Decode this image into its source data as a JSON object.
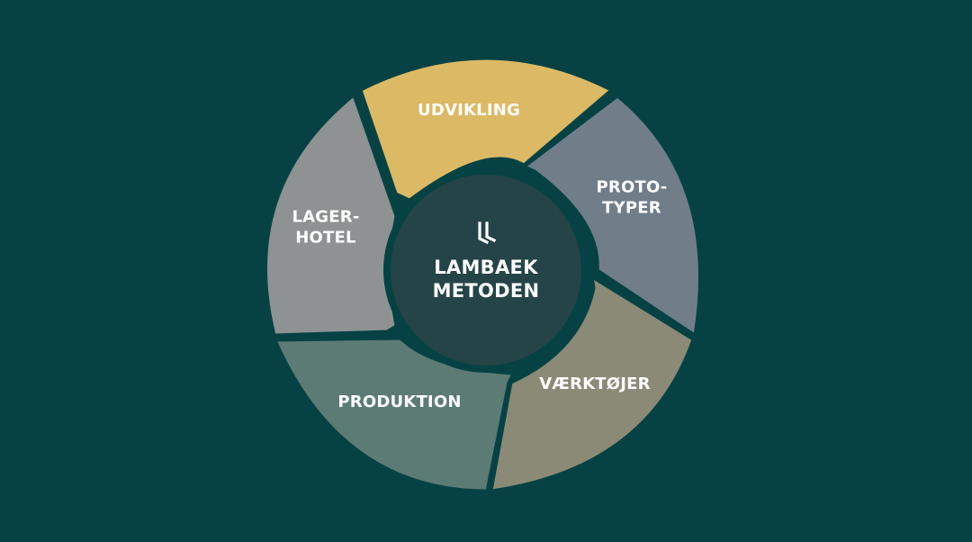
{
  "colors": {
    "background": "#064244",
    "center": "#254447",
    "text": "#ffffff"
  },
  "center": {
    "logo": "lambaek-logo-icon",
    "line1": "LAMBAEK",
    "line2": "METODEN"
  },
  "segments": [
    {
      "id": "udvikling",
      "lines": [
        "UDVIKLING"
      ],
      "color": "#dcb964"
    },
    {
      "id": "prototyper",
      "lines": [
        "PROTO-",
        "TYPER"
      ],
      "color": "#717e8a"
    },
    {
      "id": "vaerktojer",
      "lines": [
        "VÆRKTØJER"
      ],
      "color": "#8b8a76"
    },
    {
      "id": "produktion",
      "lines": [
        "PRODUKTION"
      ],
      "color": "#5c7b74"
    },
    {
      "id": "lagerhotel",
      "lines": [
        "LAGER-",
        "HOTEL"
      ],
      "color": "#8e9292"
    }
  ]
}
